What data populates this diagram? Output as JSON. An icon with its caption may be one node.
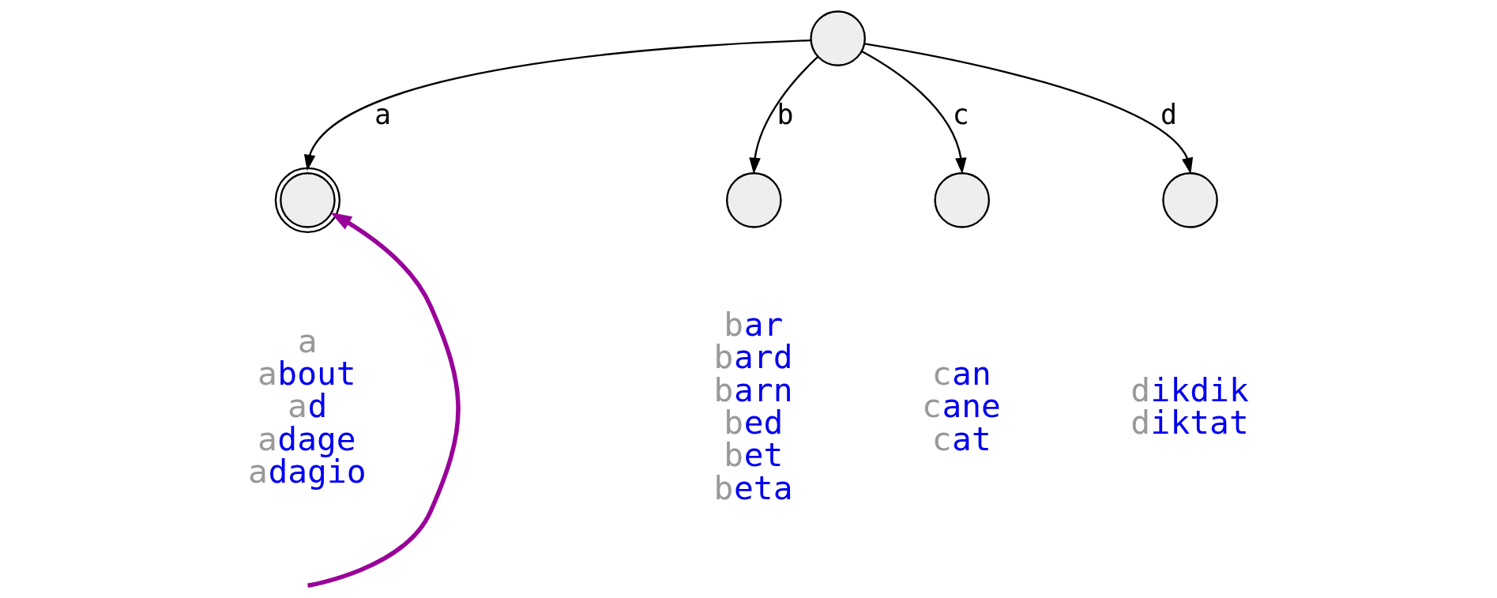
{
  "diagram": {
    "nodes": [
      {
        "text": [],
        "shape": "circle"
      },
      {
        "text": [],
        "shape": "circle",
        "beside": [
          "a",
          "about",
          "ad",
          "adage",
          "adagio"
        ]
      },
      {
        "text": [],
        "shape": "circle",
        "beside": [
          "bar",
          "bard",
          "barn",
          "bed",
          "bet",
          "beta"
        ]
      },
      {
        "text": [],
        "shape": "circle",
        "beside": [
          "can",
          "cane",
          "cat"
        ]
      },
      {
        "text": [],
        "shape": "circle",
        "beside": [
          "dikdik",
          "diktat"
        ]
      }
    ],
    "edges": [
      {
        "from": 0,
        "to": 1,
        "arrow": "to",
        "label": "a"
      },
      {
        "from": 0,
        "to": 2,
        "arrow": "to",
        "label": "b"
      },
      {
        "from": 0,
        "to": 3,
        "arrow": "to",
        "label": "c"
      },
      {
        "from": 0,
        "to": 4,
        "arrow": "to",
        "label": "d"
      },
      {
        "from": null,
        "to": 1,
        "arrow": "to",
        "style": "thick",
        "color": "#990099"
      }
    ]
  }
}
